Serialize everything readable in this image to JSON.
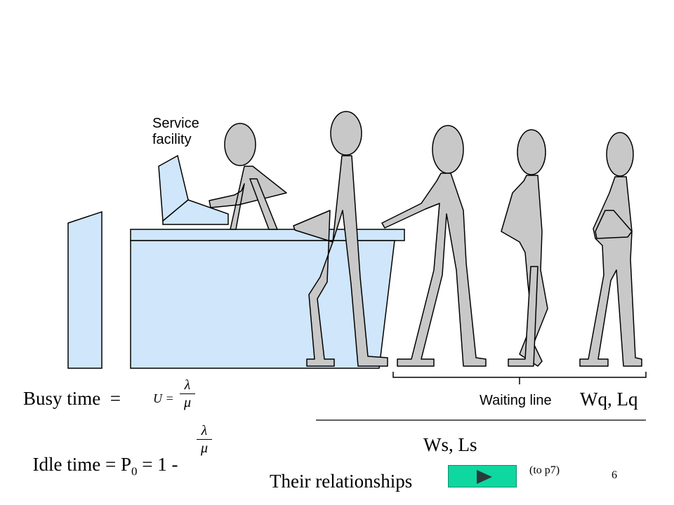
{
  "diagram": {
    "service_label_line1": "Service",
    "service_label_line2": "facility",
    "waiting_line_label": "Waiting line",
    "wq_lq_label": "Wq, Lq",
    "ws_ls_label": "Ws, Ls"
  },
  "formulas": {
    "busy_label": "Busy time  =",
    "busy_lhs": "U =",
    "busy_num": "λ",
    "busy_den": "μ",
    "idle_label": "Idle time = P",
    "idle_sub": "0",
    "idle_rest": " = 1 - ",
    "idle_num": "λ",
    "idle_den": "μ"
  },
  "footer": {
    "relationships_label": "Their relationships",
    "link_note": "(to p7)",
    "page_number": "6"
  },
  "colors": {
    "desk_fill": "#cfe6fb",
    "person_fill": "#c8c8c8",
    "outline": "#000000",
    "button_fill": "#0fd7a0"
  }
}
